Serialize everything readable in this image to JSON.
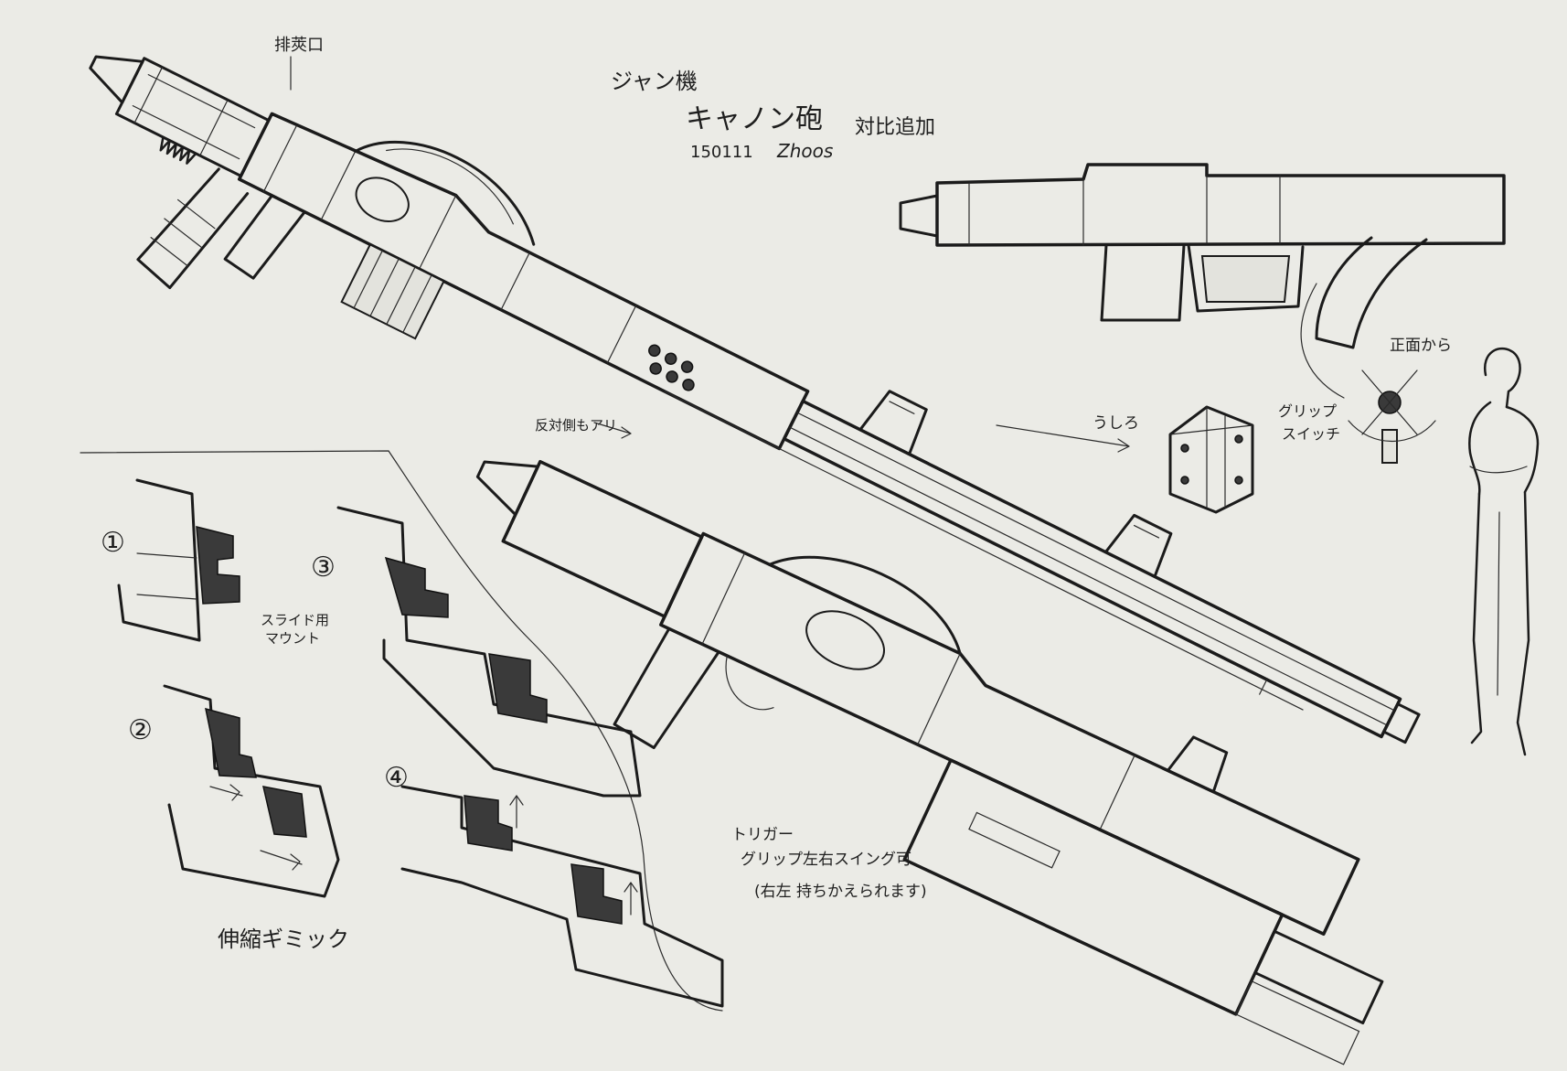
{
  "colors": {
    "paper": "#ebebe6",
    "ink": "#1b1b1b",
    "shading": "#3a3a3a"
  },
  "header": {
    "title": "ジャン機",
    "subtitle": "キャノン砲",
    "revision_note": "対比追加",
    "date": "150111",
    "signature": "Zhoos"
  },
  "annotations": {
    "ejection_port": "排莢口",
    "reverse_side": "反対側もアリ",
    "rear": "うしろ",
    "front_view": "正面から",
    "grip_switch_1": "グリップ",
    "grip_switch_2": "スイッチ",
    "slide_mount_1": "スライド用",
    "slide_mount_2": "マウント",
    "trigger": "トリガー",
    "grip_note": "グリップ左右スイング可",
    "grip_note_paren": "(右左 持ちかえられます)",
    "telescoping_gimmick": "伸縮ギミック"
  },
  "steps": [
    "①",
    "②",
    "③",
    "④"
  ]
}
